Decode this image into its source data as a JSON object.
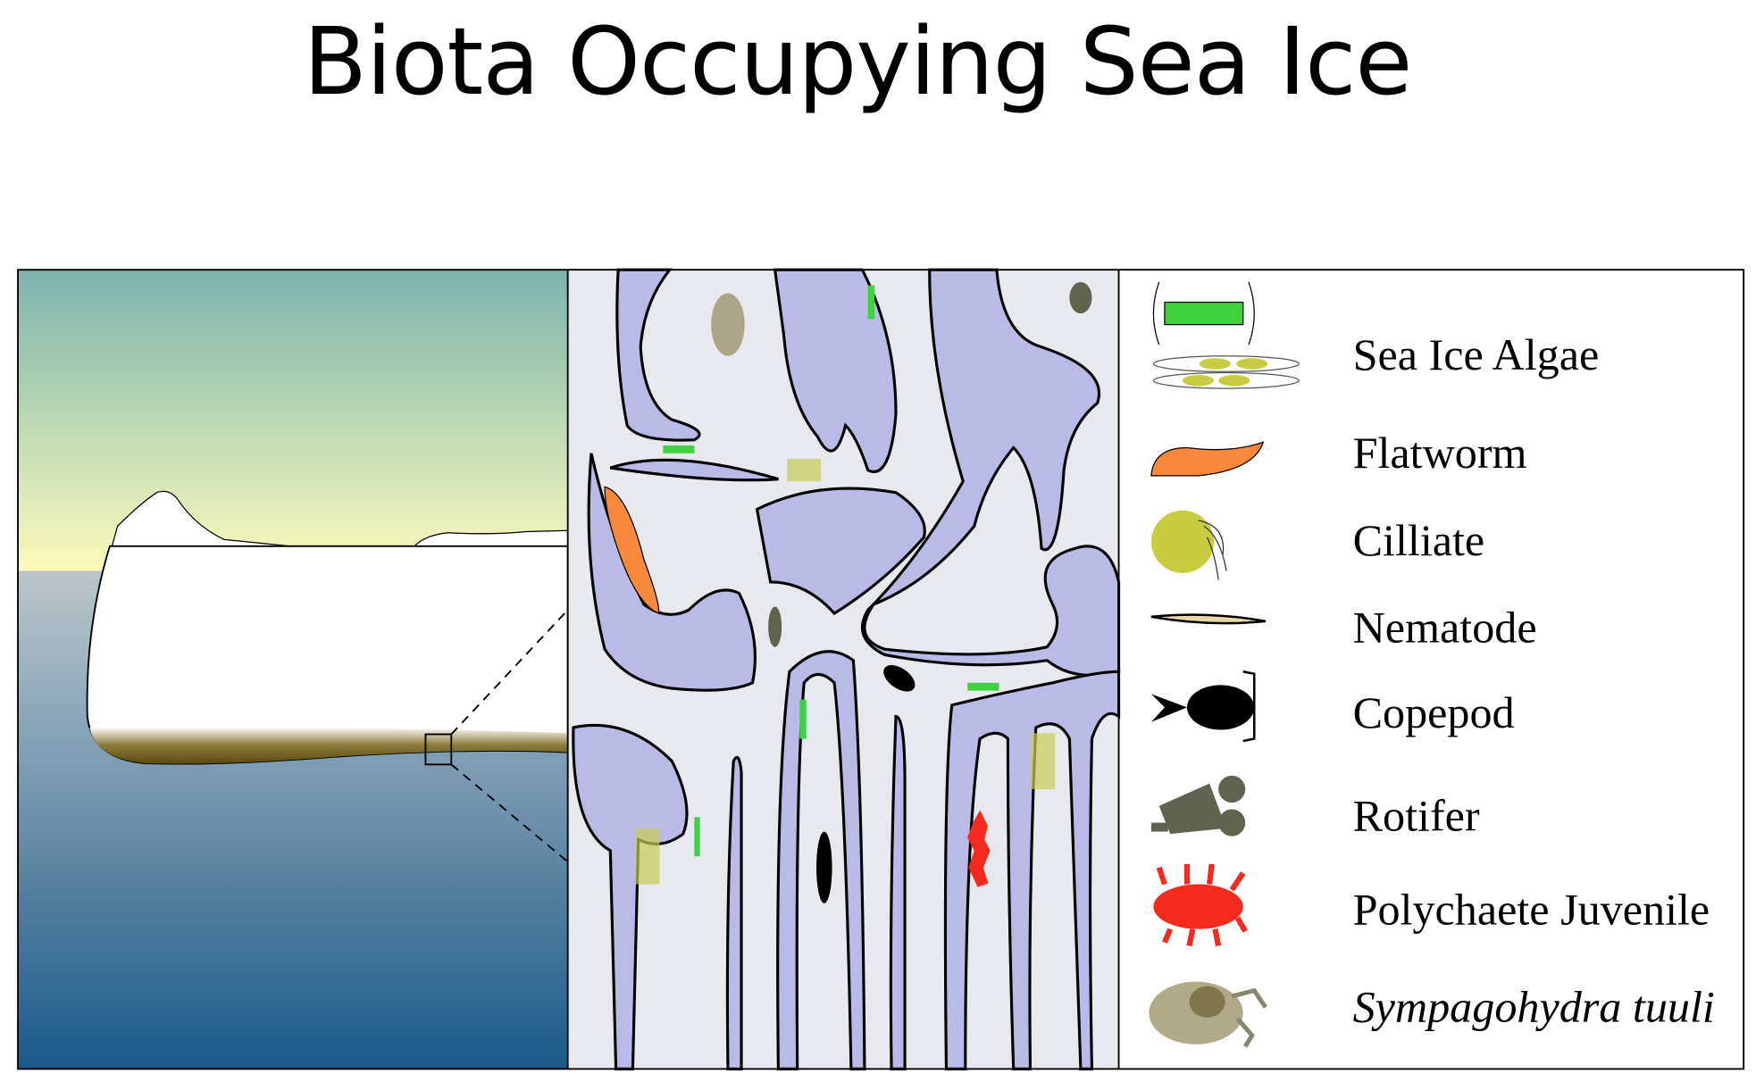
{
  "title": "Biota Occupying Sea Ice",
  "legend": [
    {
      "label": "Sea Ice Algae",
      "icon": "diatom-chain-icon"
    },
    {
      "label": "Flatworm",
      "icon": "flatworm-icon"
    },
    {
      "label": "Cilliate",
      "icon": "ciliate-icon"
    },
    {
      "label": "Nematode",
      "icon": "nematode-icon"
    },
    {
      "label": "Copepod",
      "icon": "copepod-icon"
    },
    {
      "label": "Rotifer",
      "icon": "rotifer-icon"
    },
    {
      "label": "Polychaete Juvenile",
      "icon": "polychaete-icon"
    },
    {
      "label": "Sympagohydra tuuli",
      "icon": "hydroid-icon"
    }
  ],
  "colors": {
    "sky_top": "#7ab3ad",
    "sky_bottom": "#fdfbbb",
    "water_top": "#bcc6ca",
    "water_bottom": "#1a5a8a",
    "ice_brine": "#b9bbe6",
    "brine_bg": "#e8e9ee",
    "algae_green": "#3fd13f",
    "flatworm": "#f7883c",
    "polychaete": "#f52a1e"
  }
}
